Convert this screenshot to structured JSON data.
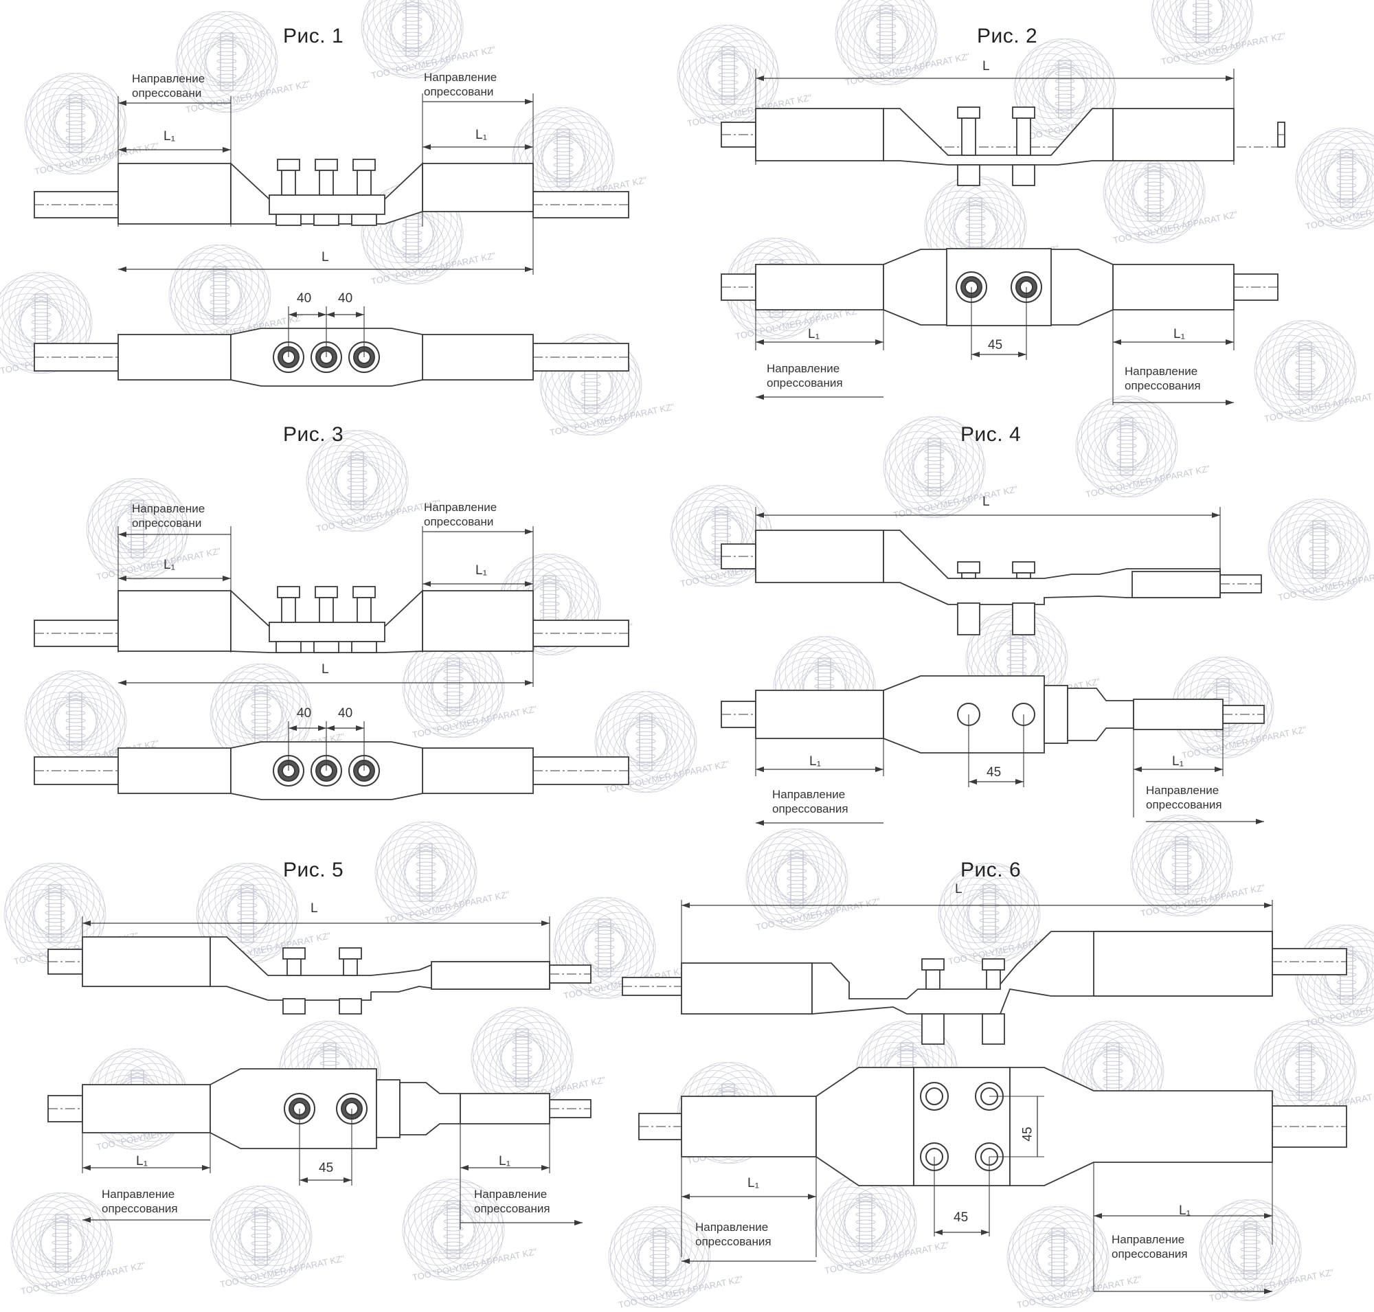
{
  "figures": [
    {
      "id": "fig1",
      "title": "Рис. 1",
      "dim_L": "L",
      "dim_L1": "L₁",
      "dim_L1b": "L₁",
      "dim_pitch": [
        "40",
        "40"
      ],
      "note_left": [
        "Направление",
        "опрессовани"
      ],
      "note_right": [
        "Направление",
        "опрессовани"
      ]
    },
    {
      "id": "fig2",
      "title": "Рис. 2",
      "dim_L": "L",
      "dim_L1": "L₁",
      "dim_L1b": "L₁",
      "dim_pitch": [
        "45"
      ],
      "note_left": [
        "Направление",
        "опрессования"
      ],
      "note_right": [
        "Направление",
        "опрессования"
      ]
    },
    {
      "id": "fig3",
      "title": "Рис. 3",
      "dim_L": "L",
      "dim_L1": "L₁",
      "dim_L1b": "L₁",
      "dim_pitch": [
        "40",
        "40"
      ],
      "note_left": [
        "Направление",
        "опрессовани"
      ],
      "note_right": [
        "Направление",
        "опрессовани"
      ]
    },
    {
      "id": "fig4",
      "title": "Рис. 4",
      "dim_L": "L",
      "dim_L1": "L₁",
      "dim_L1b": "L₁",
      "dim_pitch": [
        "45"
      ],
      "note_left": [
        "Направление",
        "опрессования"
      ],
      "note_right": [
        "Направление",
        "опрессования"
      ]
    },
    {
      "id": "fig5",
      "title": "Рис. 5",
      "dim_L": "L",
      "dim_L1": "L₁",
      "dim_L1b": "L₁",
      "dim_pitch": [
        "45"
      ],
      "note_left": [
        "Направление",
        "опрессования"
      ],
      "note_right": [
        "Направление",
        "опрессования"
      ]
    },
    {
      "id": "fig6",
      "title": "Рис. 6",
      "dim_L": "L",
      "dim_L1": "L₁",
      "dim_L1b": "L₁",
      "dim_pitch": [
        "45",
        "45"
      ],
      "note_left": [
        "Направление",
        "опрессования"
      ],
      "note_right": [
        "Направление",
        "опрессования"
      ]
    }
  ],
  "watermark": {
    "text": "TOO \"POLYMER APPARAT KZ\"",
    "logo": "insulator-seal-icon"
  },
  "colors": {
    "line": "#3a3a3a",
    "watermark": "#c5c8d4"
  }
}
